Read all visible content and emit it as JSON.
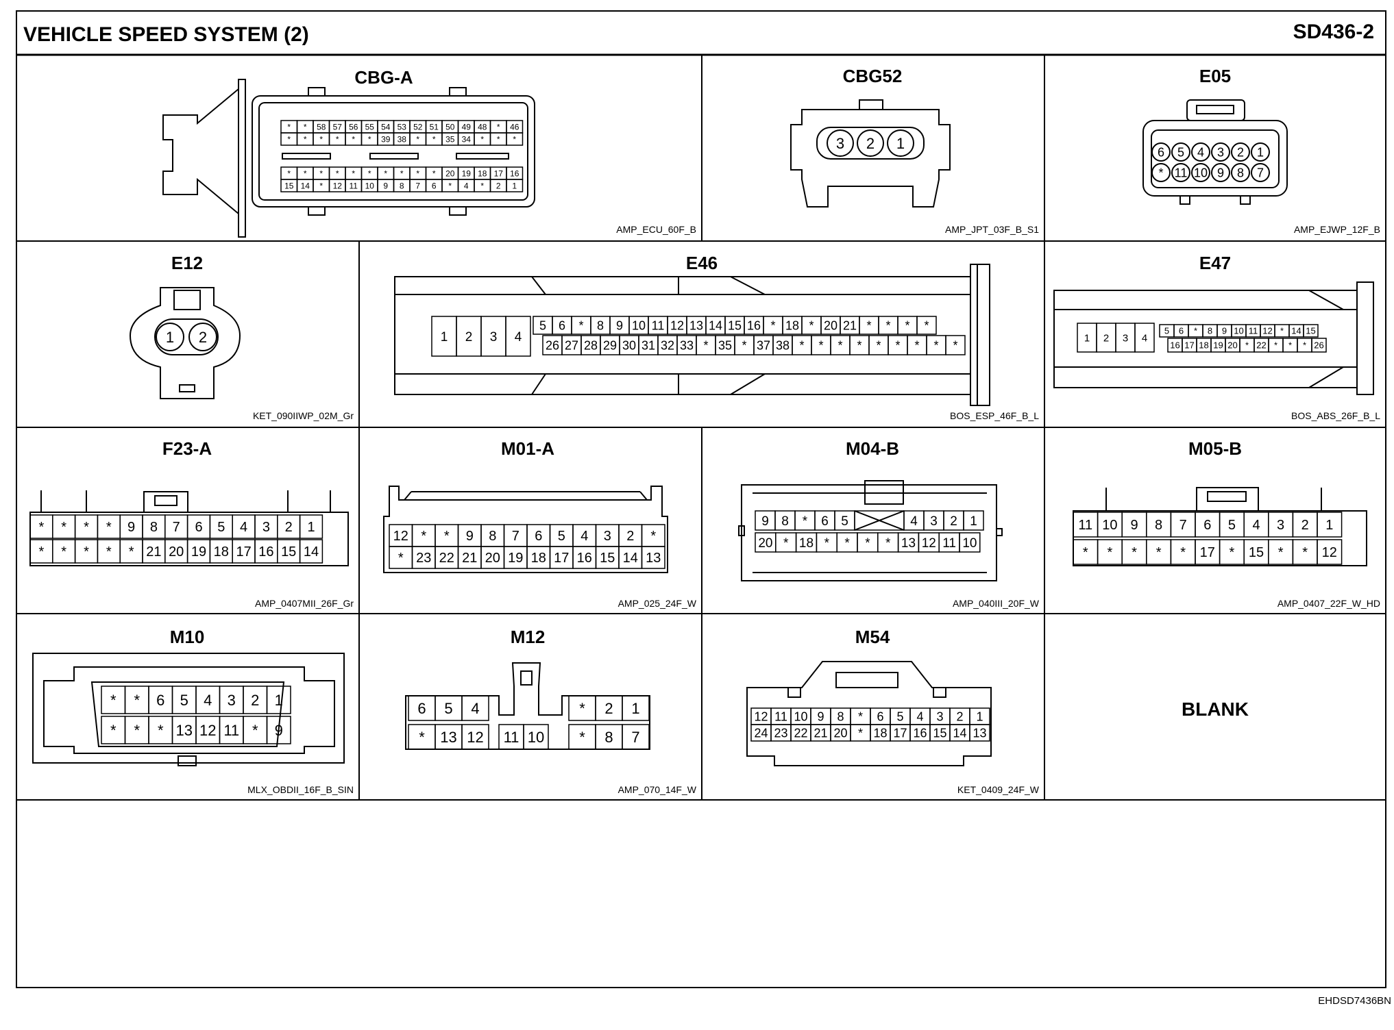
{
  "header": {
    "title": "VEHICLE SPEED SYSTEM (2)",
    "page_code": "SD436-2"
  },
  "connectors": [
    {
      "name": "CBG-A",
      "code": "AMP_ECU_60F_B",
      "rows": [
        [
          "*",
          "*",
          "58",
          "57",
          "56",
          "55",
          "54",
          "53",
          "52",
          "51",
          "50",
          "49",
          "48",
          "*",
          "46"
        ],
        [
          "*",
          "*",
          "*",
          "*",
          "*",
          "*",
          "39",
          "38",
          "*",
          "*",
          "35",
          "34",
          "*",
          "*",
          "*"
        ],
        [
          "*",
          "*",
          "*",
          "*",
          "*",
          "*",
          "*",
          "*",
          "*",
          "*",
          "20",
          "19",
          "18",
          "17",
          "16"
        ],
        [
          "15",
          "14",
          "*",
          "12",
          "11",
          "10",
          "9",
          "8",
          "7",
          "6",
          "*",
          "4",
          "*",
          "2",
          "1"
        ]
      ]
    },
    {
      "name": "CBG52",
      "code": "AMP_JPT_03F_B_S1",
      "rows": [
        [
          "3",
          "2",
          "1"
        ]
      ]
    },
    {
      "name": "E05",
      "code": "AMP_EJWP_12F_B",
      "rows": [
        [
          "6",
          "5",
          "4",
          "3",
          "2",
          "1"
        ],
        [
          "*",
          "11",
          "10",
          "9",
          "8",
          "7"
        ]
      ]
    },
    {
      "name": "E12",
      "code": "KET_090IIWP_02M_Gr",
      "rows": [
        [
          "1",
          "2"
        ]
      ]
    },
    {
      "name": "E46",
      "code": "BOS_ESP_46F_B_L",
      "rows": [
        [
          "1",
          "2",
          "3",
          "4"
        ],
        [
          "5",
          "6",
          "*",
          "8",
          "9",
          "10",
          "11",
          "12",
          "13",
          "14",
          "15",
          "16",
          "*",
          "18",
          "*",
          "20",
          "21",
          "*",
          "*",
          "*",
          "*"
        ],
        [
          "26",
          "27",
          "28",
          "29",
          "30",
          "31",
          "32",
          "33",
          "*",
          "35",
          "*",
          "37",
          "38",
          "*",
          "*",
          "*",
          "*",
          "*",
          "*",
          "*",
          "*",
          "*"
        ]
      ]
    },
    {
      "name": "E47",
      "code": "BOS_ABS_26F_B_L",
      "rows": [
        [
          "1",
          "2",
          "3",
          "4"
        ],
        [
          "5",
          "6",
          "*",
          "8",
          "9",
          "10",
          "11",
          "12",
          "*",
          "14",
          "15"
        ],
        [
          "16",
          "17",
          "18",
          "19",
          "20",
          "*",
          "22",
          "*",
          "*",
          "*",
          "26"
        ]
      ]
    },
    {
      "name": "F23-A",
      "code": "AMP_0407MII_26F_Gr",
      "rows": [
        [
          "*",
          "*",
          "*",
          "*",
          "9",
          "8",
          "7",
          "6",
          "5",
          "4",
          "3",
          "2",
          "1"
        ],
        [
          "*",
          "*",
          "*",
          "*",
          "*",
          "21",
          "20",
          "19",
          "18",
          "17",
          "16",
          "15",
          "14"
        ]
      ]
    },
    {
      "name": "M01-A",
      "code": "AMP_025_24F_W",
      "rows": [
        [
          "12",
          "*",
          "*",
          "9",
          "8",
          "7",
          "6",
          "5",
          "4",
          "3",
          "2",
          "*"
        ],
        [
          "*",
          "23",
          "22",
          "21",
          "20",
          "19",
          "18",
          "17",
          "16",
          "15",
          "14",
          "13"
        ]
      ]
    },
    {
      "name": "M04-B",
      "code": "AMP_040III_20F_W",
      "rows": [
        [
          "9",
          "8",
          "*",
          "6",
          "5",
          "X",
          "4",
          "3",
          "2",
          "1"
        ],
        [
          "20",
          "*",
          "18",
          "*",
          "*",
          "*",
          "*",
          "13",
          "12",
          "11",
          "10"
        ]
      ]
    },
    {
      "name": "M05-B",
      "code": "AMP_0407_22F_W_HD",
      "rows": [
        [
          "11",
          "10",
          "9",
          "8",
          "7",
          "6",
          "5",
          "4",
          "3",
          "2",
          "1"
        ],
        [
          "*",
          "*",
          "*",
          "*",
          "*",
          "17",
          "*",
          "15",
          "*",
          "*",
          "12"
        ]
      ]
    },
    {
      "name": "M10",
      "code": "MLX_OBDII_16F_B_SIN",
      "rows": [
        [
          "*",
          "*",
          "6",
          "5",
          "4",
          "3",
          "2",
          "1"
        ],
        [
          "*",
          "*",
          "*",
          "13",
          "12",
          "11",
          "*",
          "9"
        ]
      ]
    },
    {
      "name": "M12",
      "code": "AMP_070_14F_W",
      "rows": [
        [
          "6",
          "5",
          "4",
          "*",
          "2",
          "1"
        ],
        [
          "*",
          "13",
          "12",
          "11",
          "10",
          "*",
          "8",
          "7"
        ]
      ]
    },
    {
      "name": "M54",
      "code": "KET_0409_24F_W",
      "rows": [
        [
          "12",
          "11",
          "10",
          "9",
          "8",
          "*",
          "6",
          "5",
          "4",
          "3",
          "2",
          "1"
        ],
        [
          "24",
          "23",
          "22",
          "21",
          "20",
          "*",
          "18",
          "17",
          "16",
          "15",
          "14",
          "13"
        ]
      ]
    }
  ],
  "blank_label": "BLANK",
  "footer": {
    "ref": "EHDSD7436BN"
  }
}
